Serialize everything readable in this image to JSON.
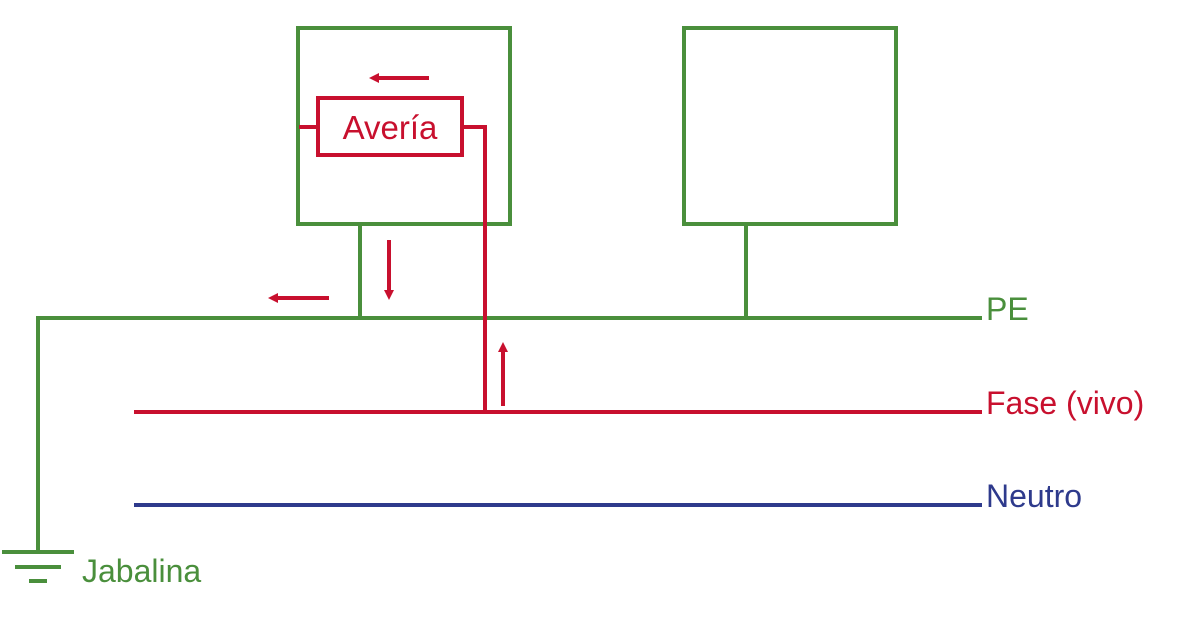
{
  "colors": {
    "ground_pe": "#4a8f3c",
    "phase": "#c8102e",
    "neutral": "#2e3a8c",
    "background": "#ffffff"
  },
  "labels": {
    "pe": "PE",
    "phase": "Fase (vivo)",
    "neutral": "Neutro",
    "ground_rod": "Jabalina",
    "fault": "Avería"
  },
  "icons": {
    "ground_symbol": "earth-ground-icon",
    "current_arrows": "arrow-icon"
  }
}
